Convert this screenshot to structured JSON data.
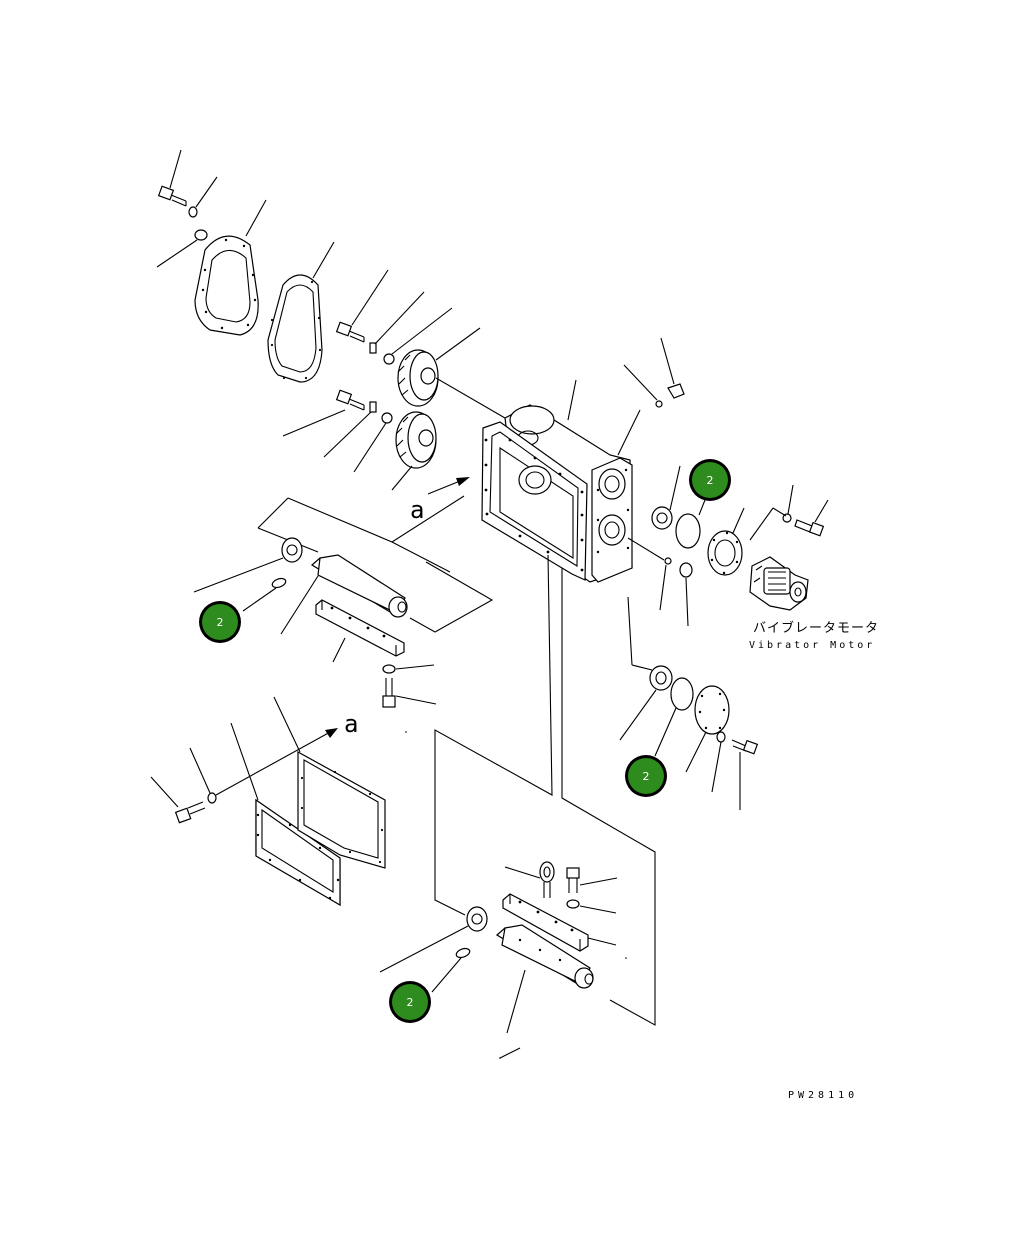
{
  "diagram": {
    "callout_letter": "a",
    "vibrator_motor_jp": "バイブレータモータ",
    "vibrator_motor_en": "Vibrator Motor",
    "figure_code": "PW28110",
    "badge_number": "2",
    "badge_color": "#2e8b1e"
  }
}
